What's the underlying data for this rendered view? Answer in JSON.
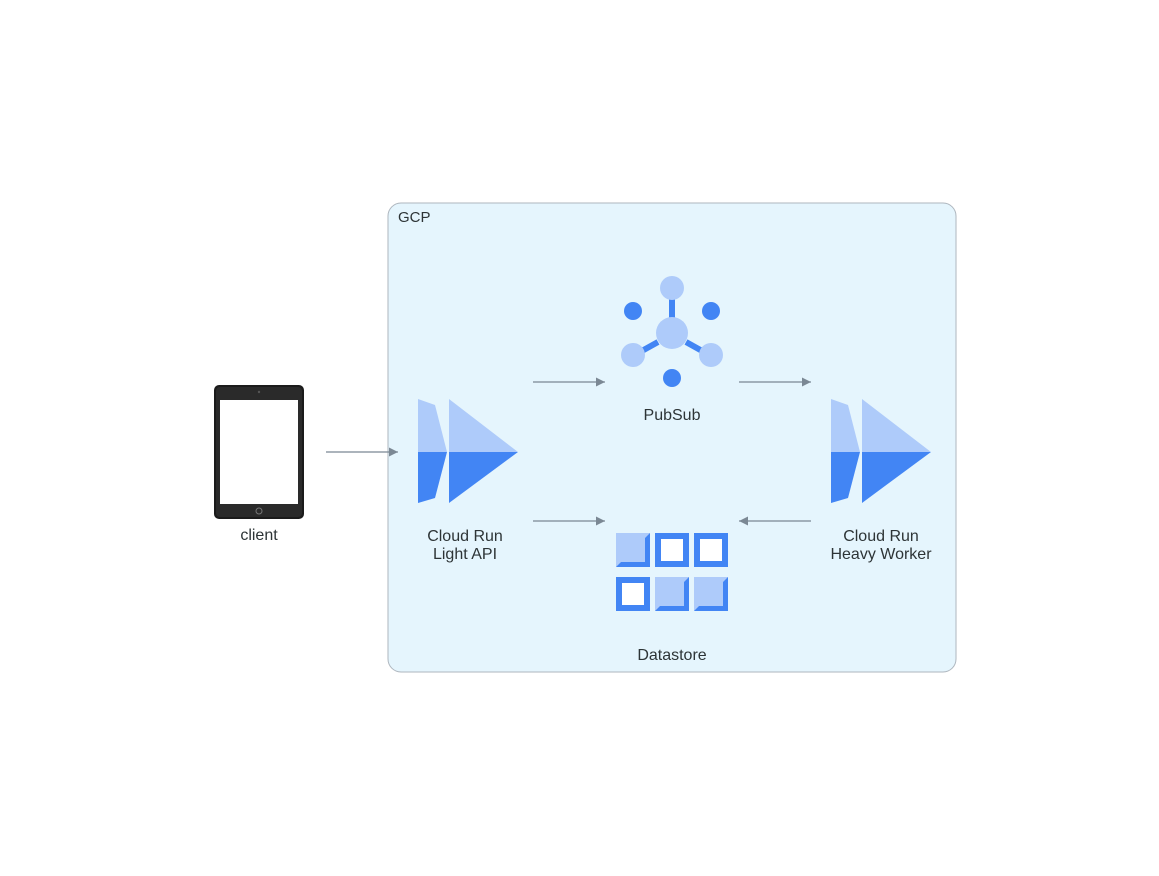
{
  "cluster": {
    "label": "GCP",
    "fill": "#e5f5fd",
    "stroke": "#aeb6be"
  },
  "nodes": {
    "client": {
      "label": "client",
      "icon": "tablet-icon"
    },
    "light_api": {
      "line1": "Cloud Run",
      "line2": "Light API",
      "icon": "cloud-run-icon"
    },
    "pubsub": {
      "label": "PubSub",
      "icon": "pubsub-icon"
    },
    "datastore": {
      "label": "Datastore",
      "icon": "datastore-icon"
    },
    "heavy_worker": {
      "line1": "Cloud Run",
      "line2": "Heavy Worker",
      "icon": "cloud-run-icon"
    }
  },
  "edges": [
    {
      "from": "client",
      "to": "light_api"
    },
    {
      "from": "light_api",
      "to": "pubsub"
    },
    {
      "from": "light_api",
      "to": "datastore"
    },
    {
      "from": "pubsub",
      "to": "heavy_worker"
    },
    {
      "from": "heavy_worker",
      "to": "datastore"
    }
  ],
  "colors": {
    "google_blue": "#4285f4",
    "light_blue": "#aecbfa",
    "edge": "#7b8894",
    "text": "#2d3436"
  }
}
